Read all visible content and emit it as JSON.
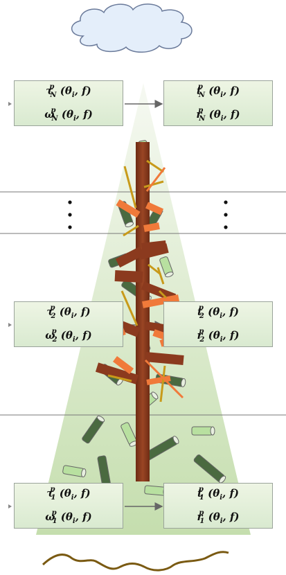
{
  "layers": [
    {
      "id": "N",
      "left_top": {
        "sym": "τ",
        "sub": "N",
        "sup": "p",
        "args": "(θ",
        "i": "i",
        "f": ", f)"
      },
      "left_bot": {
        "sym": "ω",
        "sub": "N",
        "sup": "p",
        "args": "(θ",
        "i": "i",
        "f": ", f)"
      },
      "right_top": {
        "sym": "t",
        "sub": "N",
        "sup": "p",
        "args": "(θ",
        "i": "i",
        "f": ", f)"
      },
      "right_bot": {
        "sym": "r",
        "sub": "N",
        "sup": "p",
        "args": "(θ",
        "i": "i",
        "f": ", f)"
      }
    },
    {
      "id": "2",
      "left_top": {
        "sym": "τ",
        "sub": "2",
        "sup": "p",
        "args": "(θ",
        "i": "i",
        "f": ", f)"
      },
      "left_bot": {
        "sym": "ω",
        "sub": "2",
        "sup": "p",
        "args": "(θ",
        "i": "i",
        "f": ", f)"
      },
      "right_top": {
        "sym": "t",
        "sub": "2",
        "sup": "p",
        "args": "(θ",
        "i": "i",
        "f": ", f)"
      },
      "right_bot": {
        "sym": "r",
        "sub": "2",
        "sup": "p",
        "args": "(θ",
        "i": "i",
        "f": ", f)"
      }
    },
    {
      "id": "1",
      "left_top": {
        "sym": "τ",
        "sub": "1",
        "sup": "p",
        "args": "(θ",
        "i": "i",
        "f": ", f)"
      },
      "left_bot": {
        "sym": "ω",
        "sub": "1",
        "sup": "p",
        "args": "(θ",
        "i": "i",
        "f": ", f)"
      },
      "right_top": {
        "sym": "t",
        "sub": "1",
        "sup": "p",
        "args": "(θ",
        "i": "i",
        "f": ", f)"
      },
      "right_bot": {
        "sym": "r",
        "sub": "1",
        "sup": "p",
        "args": "(θ",
        "i": "i",
        "f": ", f)"
      }
    }
  ],
  "colors": {
    "trunk": "#8b3a1e",
    "branch_orange": "#f07a3a",
    "twig_gold": "#c89a1a",
    "needle_dark": "#4a6a40",
    "needle_light": "#b8e0a0",
    "cone_light": "#f4f8f0",
    "cone_dark": "#c8e0b0",
    "ground": "#7a5a12",
    "cloud_fill": "#e4eefa",
    "cloud_stroke": "#6a7a9a"
  }
}
